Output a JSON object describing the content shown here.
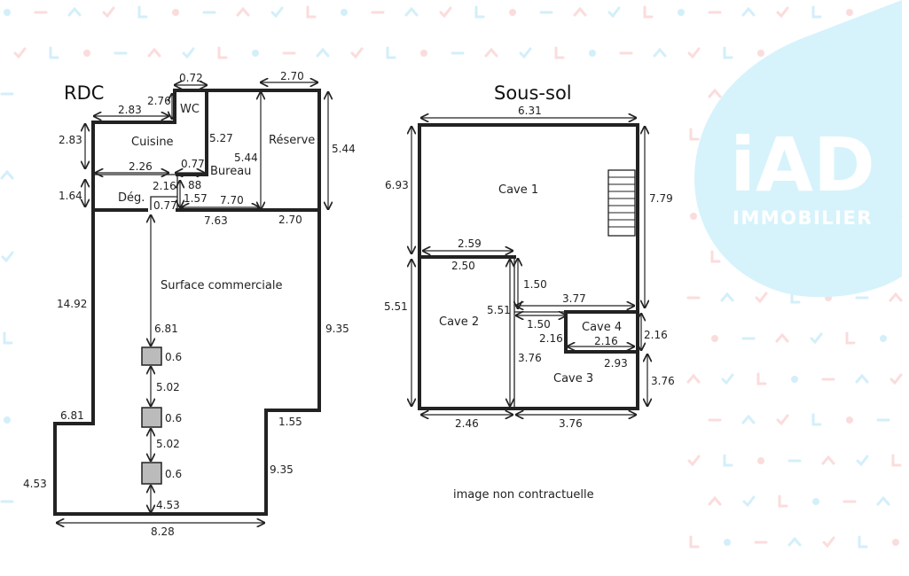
{
  "colors": {
    "logo_blob": "#d6f3fc",
    "pattern_blue": "#d3effa",
    "pattern_pink": "#fbdcdc",
    "ink": "#222222"
  },
  "logo": {
    "brand": "iAD",
    "tagline": "IMMOBILIER"
  },
  "rdc": {
    "title": "RDC",
    "rooms": {
      "wc": "WC",
      "cuisine": "Cuisine",
      "bureau": "Bureau",
      "reserve": "Réserve",
      "deg": "Dég.",
      "surface": "Surface commerciale"
    },
    "dims": {
      "wc_w": "0.72",
      "wc_h": "2.76",
      "reserve_top": "2.70",
      "reserve_right": "5.44",
      "reserve_inner": "5.44",
      "cuisine_w": "2.83",
      "cuisine_h": "2.83",
      "bureau_h": "5.27",
      "cuisine_bottom": "2.26",
      "bureau_w": "0.77",
      "deg_h": "1.64",
      "deg_small": "2.16",
      "deg_notch": "0.77",
      "bureau_88": "88",
      "bureau_157": "1.57",
      "inner_770": "7.70",
      "bottom_763": "7.63",
      "bottom_270": "2.70",
      "left_1492": "14.92",
      "right_935": "9.35",
      "to_pillar": "6.81",
      "pillar1": "0.6",
      "gap1": "5.02",
      "pillar2": "0.6",
      "gap2": "5.02",
      "pillar3": "0.6",
      "to_bottom": "4.53",
      "step_left": "6.81",
      "step_right": "1.55",
      "lower_left": "4.53",
      "lower_right": "9.35",
      "bottom": "8.28"
    }
  },
  "sous_sol": {
    "title": "Sous-sol",
    "rooms": {
      "cave1": "Cave 1",
      "cave2": "Cave 2",
      "cave3": "Cave 3",
      "cave4": "Cave 4"
    },
    "dims": {
      "top": "6.31",
      "left_upper": "6.93",
      "right_upper": "7.79",
      "cave2_top_out": "2.59",
      "cave2_top_in": "2.50",
      "left_lower": "5.51",
      "cave2_right": "5.51",
      "step_150v": "1.50",
      "w_377": "3.77",
      "w_150": "1.50",
      "cave4_left": "2.16",
      "cave4_bottom": "2.16",
      "cave4_right": "2.16",
      "cave3_top": "2.93",
      "cave3_right": "3.76",
      "cave3_left": "3.76",
      "bottom_left": "2.46",
      "bottom_right": "3.76"
    }
  },
  "footer_note": "image non contractuelle"
}
